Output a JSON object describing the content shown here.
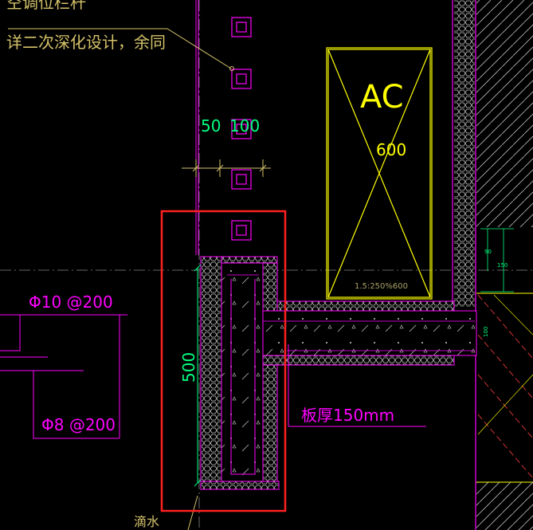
{
  "drawing": {
    "background": "#000000",
    "colors": {
      "wall": "#ff00ff",
      "dimension": "#00ff80",
      "annotation": "#d4c26a",
      "ac_box": "#ffff00",
      "selection": "#ff2020",
      "hatch": "#c0c0c0",
      "axis": "#c8c8c8"
    },
    "labels": {
      "note_line1": "空调位栏杆",
      "note_line2": "详二次深化设计，余同",
      "rebar_top": "Φ10 @200",
      "rebar_bottom": "Φ8 @200",
      "slab_thickness": "板厚150mm",
      "drain": "滴水",
      "ac_label": "AC",
      "ac_size": "600",
      "ac_note": "1.5:250%600"
    },
    "dimensions": {
      "dim_50": "50",
      "dim_100": "100",
      "dim_500": "500",
      "dim_90": "90",
      "dim_150": "150",
      "dim_cnt": "100"
    }
  }
}
